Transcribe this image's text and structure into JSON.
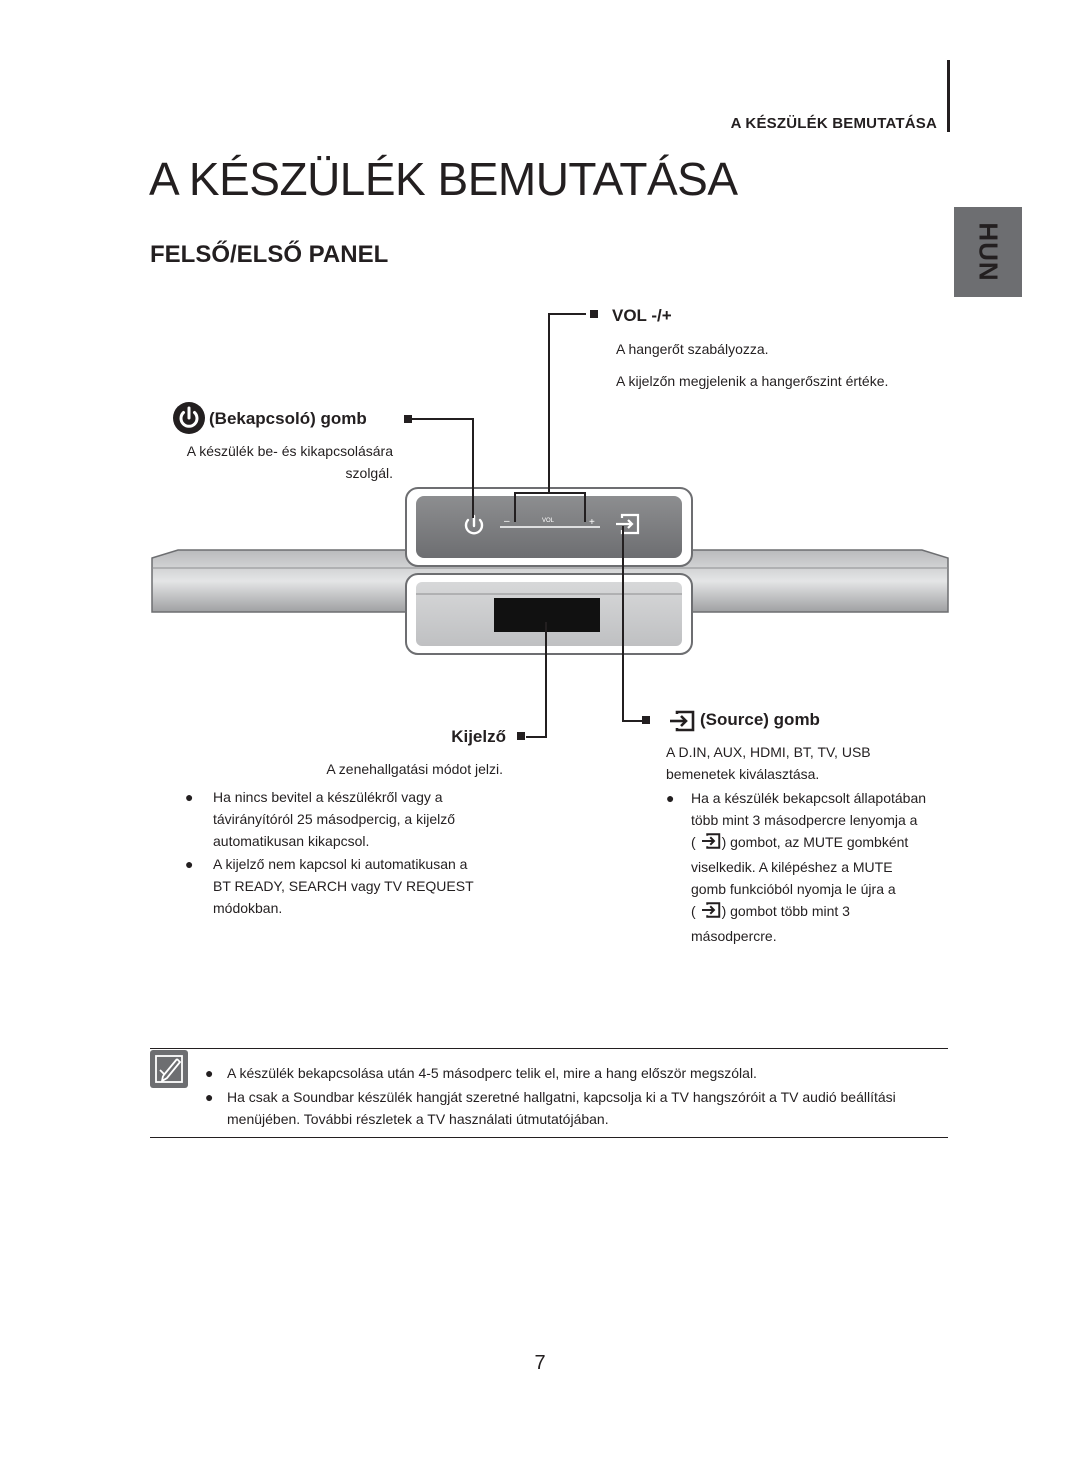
{
  "header": {
    "section_label": "A KÉSZÜLÉK BEMUTATÁSA"
  },
  "page_title": "A KÉSZÜLÉK BEMUTATÁSA",
  "section_title": "FELSŐ/ELSŐ PANEL",
  "language_tab": "HUN",
  "vol": {
    "label": "VOL -/+",
    "desc_lines": [
      "A hangerőt szabályozza.",
      "A kijelzőn megjelenik a hangerőszint értéke."
    ]
  },
  "power": {
    "label": "(Bekapcsoló) gomb",
    "desc_lines": [
      "A készülék be- és kikapcsolására",
      "szolgál."
    ]
  },
  "device": {
    "minus": "–",
    "vol": "VOL",
    "plus": "+"
  },
  "display": {
    "label": "Kijelző",
    "desc": "A zenehallgatási módot jelzi.",
    "bullets": [
      [
        "Ha nincs bevitel a készülékről vagy a",
        "távirányítóról 25 másodpercig, a kijelző",
        "automatikusan kikapcsol."
      ],
      [
        "A kijelző nem kapcsol ki automatikusan a",
        "BT READY, SEARCH vagy TV REQUEST",
        "módokban."
      ]
    ]
  },
  "source": {
    "label": "(Source) gomb",
    "desc_lines": [
      "A D.IN, AUX, HDMI, BT, TV, USB",
      "bemenetek kiválasztása."
    ],
    "bullet_lines": [
      "Ha a készülék bekapcsolt állapotában",
      "több mint 3 másodpercre lenyomja a",
      ") gombot, az MUTE gombként",
      "viselkedik. A kilépéshez a MUTE",
      "gomb funkcióból nyomja le újra a",
      ") gombot több mint 3",
      "másodpercre."
    ],
    "open_paren": "("
  },
  "bullet_symbol": "●",
  "notes": [
    "A készülék bekapcsolása után 4-5 másodperc telik el, mire a hang először megszólal.",
    "Ha csak a Soundbar készülék hangját szeretné hallgatni, kapcsolja ki a TV hangszóróit a TV audió beállítási",
    "menüjében. További részletek a TV használati útmutatójában."
  ],
  "page_number": "7"
}
